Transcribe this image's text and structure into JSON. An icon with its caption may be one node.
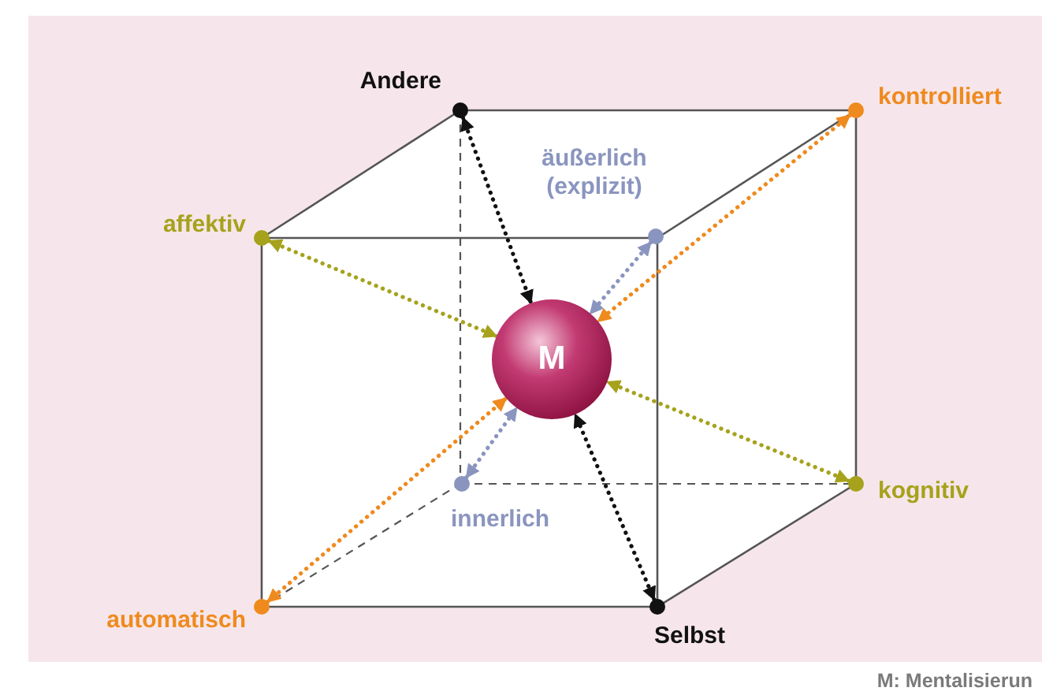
{
  "diagram": {
    "nodes": [
      {
        "text": [],
        "shape": "circle",
        "beside": [
          "Andere"
        ]
      },
      {
        "text": [],
        "shape": "circle",
        "beside": [
          "kontrolliert"
        ]
      },
      {
        "text": [],
        "shape": "circle",
        "beside": [
          "affektiv"
        ]
      },
      {
        "text": [],
        "shape": "circle",
        "beside": [
          "äußerlich (explizit)"
        ]
      },
      {
        "text": [
          "M"
        ]
      },
      {
        "text": [],
        "shape": "circle",
        "beside": [
          "kognitiv"
        ]
      },
      {
        "text": [],
        "shape": "circle",
        "beside": [
          "innerlich"
        ]
      },
      {
        "text": [],
        "shape": "circle",
        "beside": [
          "automatisch"
        ]
      },
      {
        "text": [],
        "shape": "circle",
        "beside": [
          "Selbst"
        ]
      }
    ],
    "edges": [
      {
        "from": 0,
        "to": 4,
        "arrow": "both",
        "style": "dashed",
        "color": "#111111"
      },
      {
        "from": 8,
        "to": 4,
        "arrow": "both",
        "style": "dashed",
        "color": "#111111"
      },
      {
        "from": 1,
        "to": 4,
        "arrow": "both",
        "style": "dashed",
        "color": "#ef8a1e"
      },
      {
        "from": 7,
        "to": 4,
        "arrow": "both",
        "style": "dashed",
        "color": "#ef8a1e"
      },
      {
        "from": 2,
        "to": 4,
        "arrow": "both",
        "style": "dashed",
        "color": "#a6a21c"
      },
      {
        "from": 5,
        "to": 4,
        "arrow": "both",
        "style": "dashed",
        "color": "#a6a21c"
      },
      {
        "from": 3,
        "to": 4,
        "arrow": "both",
        "style": "dashed",
        "color": "#8a95bf"
      },
      {
        "from": 6,
        "to": 4,
        "arrow": "both",
        "style": "dashed",
        "color": "#8a95bf"
      }
    ],
    "labels": [
      "M: Mentalisierun"
    ]
  }
}
